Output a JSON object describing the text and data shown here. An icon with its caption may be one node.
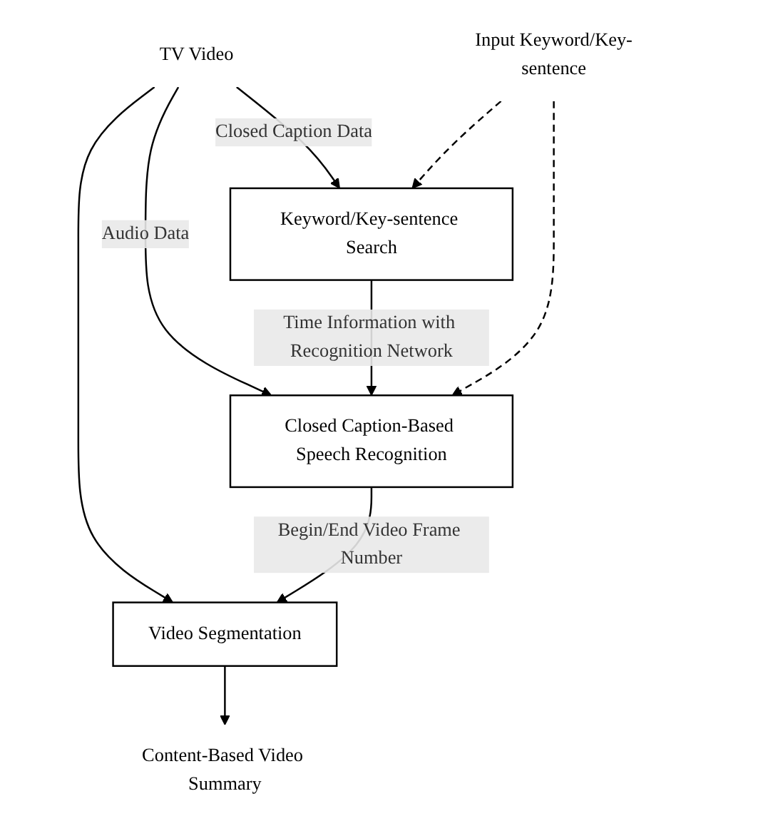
{
  "diagram": {
    "nodes": [
      {
        "text": [
          "TV Video"
        ]
      },
      {
        "text": [
          "Video Segmentation"
        ]
      },
      {
        "text": [
          "Content-Based Video Summary"
        ]
      },
      {
        "text": [
          "Closed Caption-Based Speech Recognition"
        ]
      },
      {
        "text": [
          "Keyword/Key-sentence Search"
        ]
      },
      {
        "text": [
          "Input Keyword/Key-sentence"
        ]
      }
    ],
    "edges": [
      {
        "from": 0,
        "to": 1,
        "arrow": "to"
      },
      {
        "from": 1,
        "to": 2,
        "arrow": "to"
      },
      {
        "from": 3,
        "to": 1,
        "arrow": "to",
        "label": "Begin/End Video Frame Number"
      },
      {
        "from": 0,
        "to": 3,
        "arrow": "to",
        "label": "Audio Data"
      },
      {
        "from": 4,
        "to": 3,
        "arrow": "to",
        "label": "Time Information with Recognition Network"
      },
      {
        "from": 0,
        "to": 4,
        "arrow": "to",
        "label": "Closed Caption Data"
      },
      {
        "from": 5,
        "to": 3,
        "arrow": "to",
        "style": "dashed"
      },
      {
        "from": 5,
        "to": 4,
        "arrow": "to",
        "style": "dashed"
      }
    ]
  }
}
